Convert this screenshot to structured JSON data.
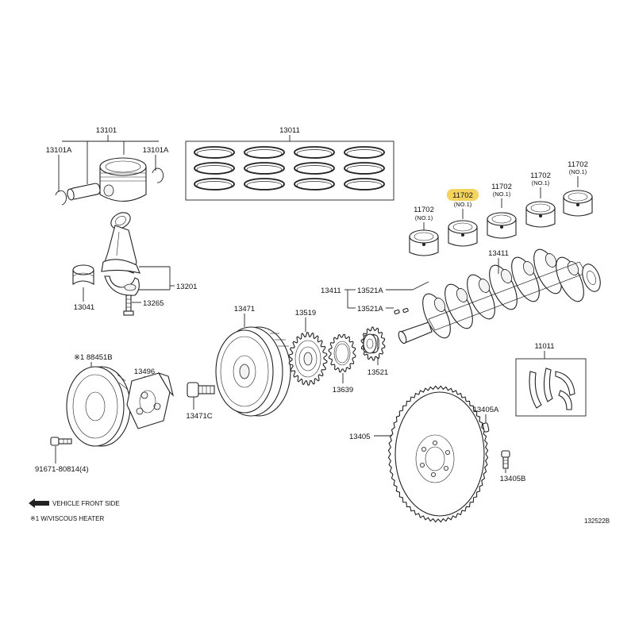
{
  "colors": {
    "highlight": "#f4d35e",
    "ink": "#222222"
  },
  "labels": {
    "p13101": "13101",
    "p13101a_left": "13101A",
    "p13101a_right": "13101A",
    "p13011": "13011",
    "p13041": "13041",
    "p13201": "13201",
    "p13265": "13265",
    "p11702_hl": "11702",
    "p11702_hl_sub": "(NO.1)",
    "p11702_1": "11702",
    "p11702_1_sub": "(NO.1)",
    "p11702_2": "11702",
    "p11702_2_sub": "(NO.1)",
    "p11702_3": "11702",
    "p11702_3_sub": "(NO.1)",
    "p11702_4": "11702",
    "p11702_4_sub": "(NO.1)",
    "p13411_top": "13411",
    "p13411_left": "13411",
    "p13521a_top": "13521A",
    "p13521a_bottom": "13521A",
    "p13471": "13471",
    "p13519": "13519",
    "p13639": "13639",
    "p13521": "13521",
    "p11011": "11011",
    "p88451b": "※1 88451B",
    "p13496": "13496",
    "p13471c": "13471C",
    "p91671": "91671-80814(4)",
    "p13405a": "13405A",
    "p13405": "13405",
    "p13405b": "13405B"
  },
  "notes": {
    "front": "VEHICLE FRONT SIDE",
    "footnote": "※1 W/VISCOUS HEATER",
    "code": "132522B"
  }
}
